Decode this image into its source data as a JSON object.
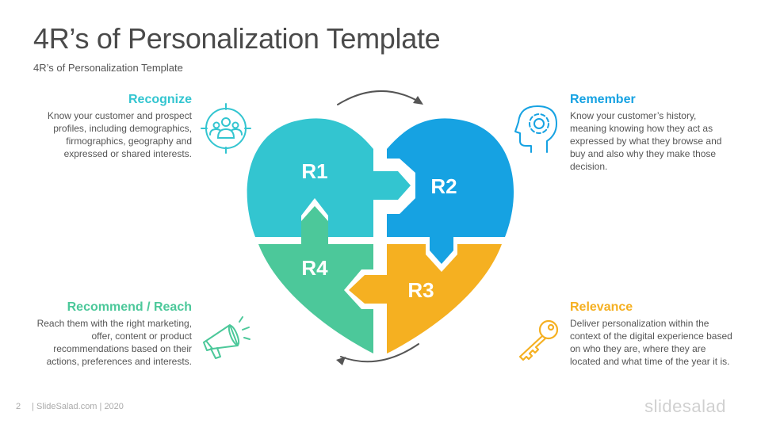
{
  "title": "4R’s of Personalization Template",
  "subtitle": "4R’s of Personalization Template",
  "colors": {
    "r1": "#33c5d0",
    "r2": "#16a2e2",
    "r3": "#f5b021",
    "r4": "#4cc89a"
  },
  "pieces": {
    "r1": "R1",
    "r2": "R2",
    "r3": "R3",
    "r4": "R4"
  },
  "recognize": {
    "heading": "Recognize",
    "text": "Know your customer and prospect profiles, including demographics, firmographics, geography and expressed or shared interests.",
    "icon": "target-group-icon"
  },
  "remember": {
    "heading": "Remember",
    "text": "Know your customer’s history, meaning knowing how they act as expressed by what they browse and buy and also why they make those decision.",
    "icon": "head-gear-icon"
  },
  "recommend": {
    "heading": "Recommend / Reach",
    "text": "Reach them with the right marketing, offer, content or product recommendations based on their actions, preferences and interests.",
    "icon": "megaphone-icon"
  },
  "relevance": {
    "heading": "Relevance",
    "text": "Deliver personalization within the context of the digital experience based on who they are, where they are located and what time of the year it is.",
    "icon": "key-icon"
  },
  "footer": {
    "page": "2",
    "credit": "| SlideSalad.com | 2020"
  },
  "brand": "slidesalad"
}
